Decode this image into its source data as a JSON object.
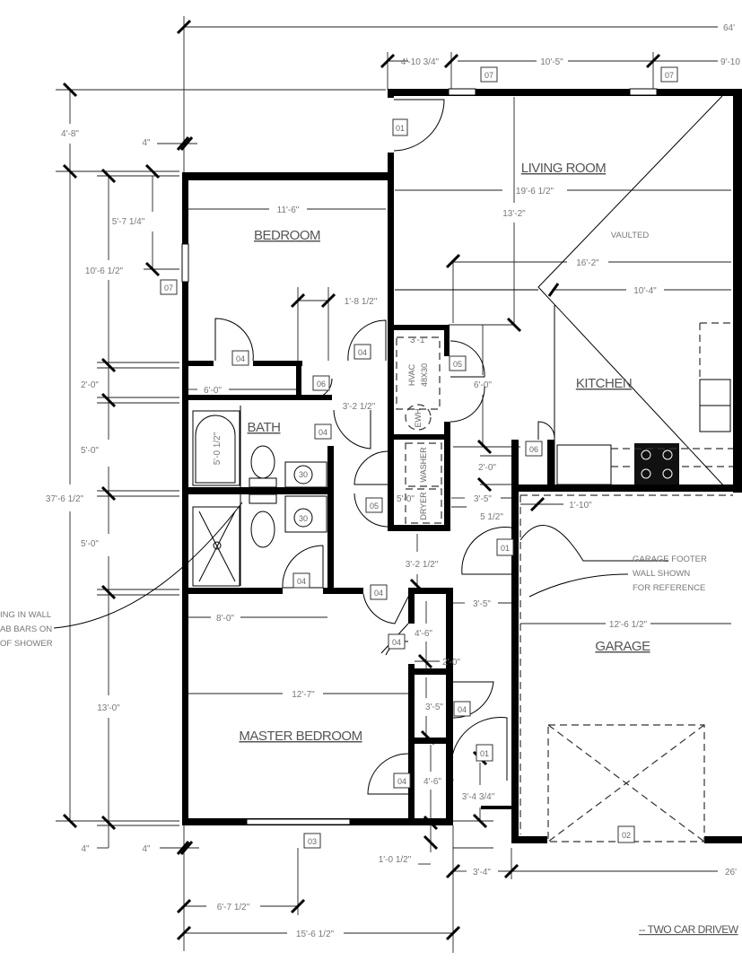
{
  "rooms": {
    "living_room": "LIVING ROOM",
    "bedroom": "BEDROOM",
    "bath": "BATH",
    "kitchen": "KITCHEN",
    "garage": "GARAGE",
    "master_bedroom": "MASTER BEDROOM",
    "vaulted": "VAULTED"
  },
  "dimensions": {
    "overall_width": "64'",
    "top_1": "4'-10 3/4\"",
    "top_2": "10'-5\"",
    "top_3": "9'-10",
    "left_4_8": "4'-8\"",
    "left_4_a": "4\"",
    "left_5_7": "5'-7 1/4\"",
    "left_10_6": "10'-6 1/2\"",
    "left_2_0": "2'-0\"",
    "left_5_0_a": "5'-0\"",
    "overall_depth": "37'-6 1/2\"",
    "left_5_0_b": "5'-0\"",
    "left_13_0": "13'-0\"",
    "bottom_4_a": "4\"",
    "bottom_4_b": "4\"",
    "bedroom_width": "11'-6\"",
    "closet_1_8": "1'-8 1/2\"",
    "closet_6_0": "6'-0\"",
    "hall_3_2_a": "3'-2 1/2\"",
    "hvac_3_1": "3'-1\"",
    "hvac_6_0": "6'-0\"",
    "hall_2_0": "2'-0\"",
    "laundry_5_0": "5'-0\"",
    "hall_3_5_a": "3'-5\"",
    "hall_5_half": "5 1/2\"",
    "garage_1_10": "1'-10\"",
    "hall_3_2_b": "3'-2 1/2\"",
    "hall_3_5_b": "3'-5\"",
    "master_8_0": "8'-0\"",
    "closet_4_6_a": "4'-6\"",
    "closet_2_0": "2'-0\"",
    "master_12_7": "12'-7\"",
    "closet_3_5": "3'-5\"",
    "closet_4_6_b": "4'-6\"",
    "entry_3_4_3": "3'-4 3/4\"",
    "wall_1_0": "1'-0 1/2\"",
    "bottom_3_4": "3'-4\"",
    "garage_26": "26'",
    "bottom_6_7": "6'-7 1/2\"",
    "bottom_15_6": "15'-6 1/2\"",
    "living_19_6": "19'-6 1/2\"",
    "living_13_2": "13'-2\"",
    "living_16_2": "16'-2\"",
    "living_10_4": "10'-4\"",
    "garage_12_6": "12'-6 1/2\"",
    "tub_5_0": "5'-0 1/2\""
  },
  "tags": {
    "door_01_entry": "01",
    "window_07_a": "07",
    "window_07_b": "07",
    "window_07_bedroom": "07",
    "door_04_closet": "04",
    "door_04_bedroom": "04",
    "door_06_linen": "06",
    "door_05_hvac": "05",
    "door_04_bath": "04",
    "door_06_kitchen": "06",
    "door_01_garage": "01",
    "door_05_laundry": "05",
    "door_04_bath2": "04",
    "door_04_master": "04",
    "door_04_closet2": "04",
    "door_04_closet3": "04",
    "door_01_side": "01",
    "door_04_master_closet": "04",
    "window_03": "03",
    "garage_door_02": "02",
    "vanity_30_a": "30",
    "vanity_30_b": "30"
  },
  "equipment": {
    "hvac": "HVAC",
    "hvac_size": "48X30",
    "ewh": "EWH",
    "washer": "WASHER",
    "dryer": "DRYER"
  },
  "notes": {
    "garage_footer": [
      "GARAGE FOOTER",
      "WALL SHOWN",
      "FOR REFERENCE"
    ],
    "shower_blocking": [
      "ING IN WALL",
      "AB BARS ON",
      "OF SHOWER"
    ],
    "driveway": "-- TWO CAR DRIVEW"
  }
}
